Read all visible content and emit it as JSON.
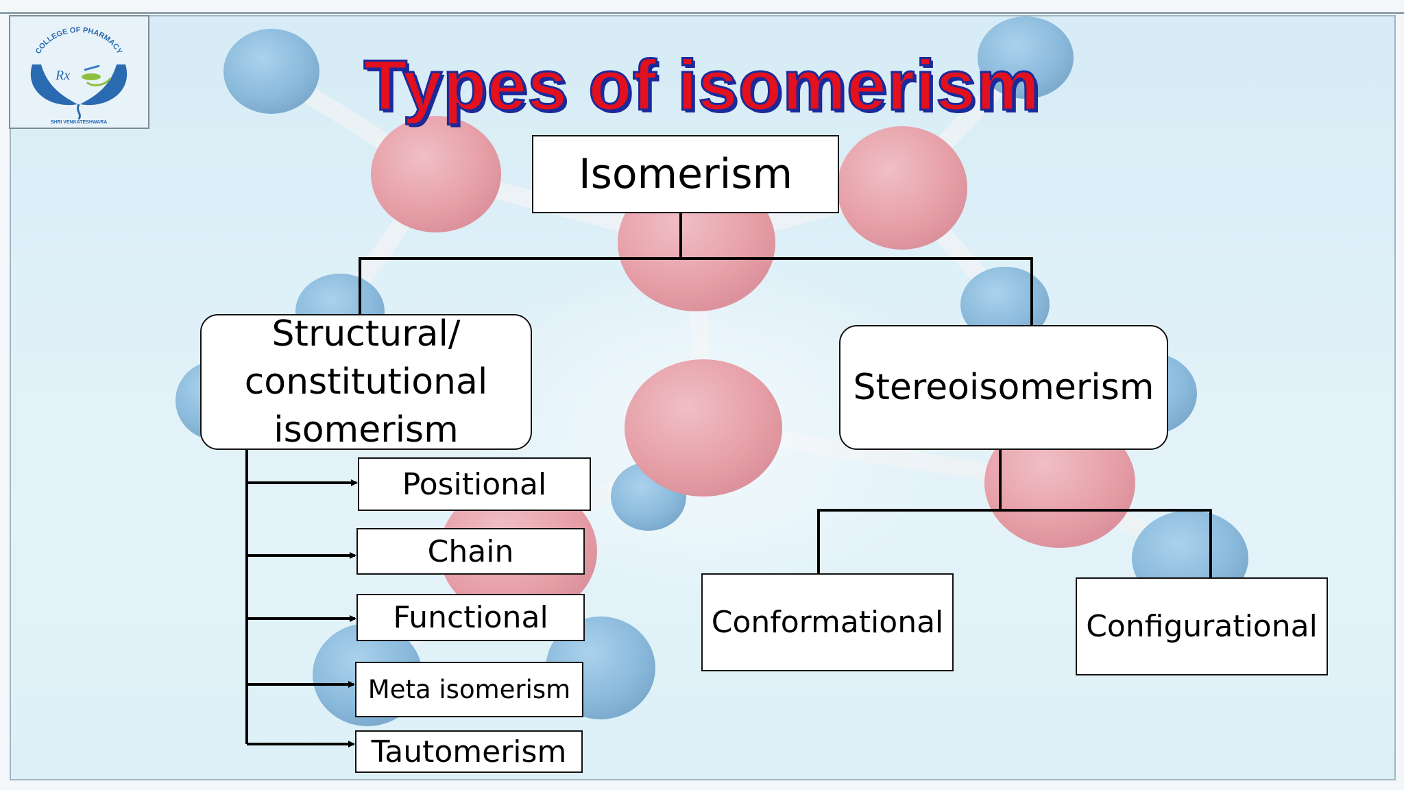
{
  "title": "Types of isomerism",
  "logo": {
    "arc_text": "COLLEGE OF PHARMACY",
    "bottom_text": "SHRI VENKATESHWARA",
    "symbol": "Rx"
  },
  "nodes": {
    "root": "Isomerism",
    "structural": "Structural/ constitutional isomerism",
    "stereo": "Stereoisomerism",
    "positional": "Positional",
    "chain": "Chain",
    "functional": "Functional",
    "meta": "Meta isomerism",
    "tautomerism": "Tautomerism",
    "conformational": "Conformational",
    "configurational": "Configurational"
  },
  "colors": {
    "title_fill": "#e3101e",
    "title_outline": "#1b2a9a",
    "atom_red": "#e8737d",
    "atom_blue": "#5b9ccc",
    "logo_blue": "#2a6ab0"
  },
  "icons": [
    "logo-hands-icon"
  ]
}
